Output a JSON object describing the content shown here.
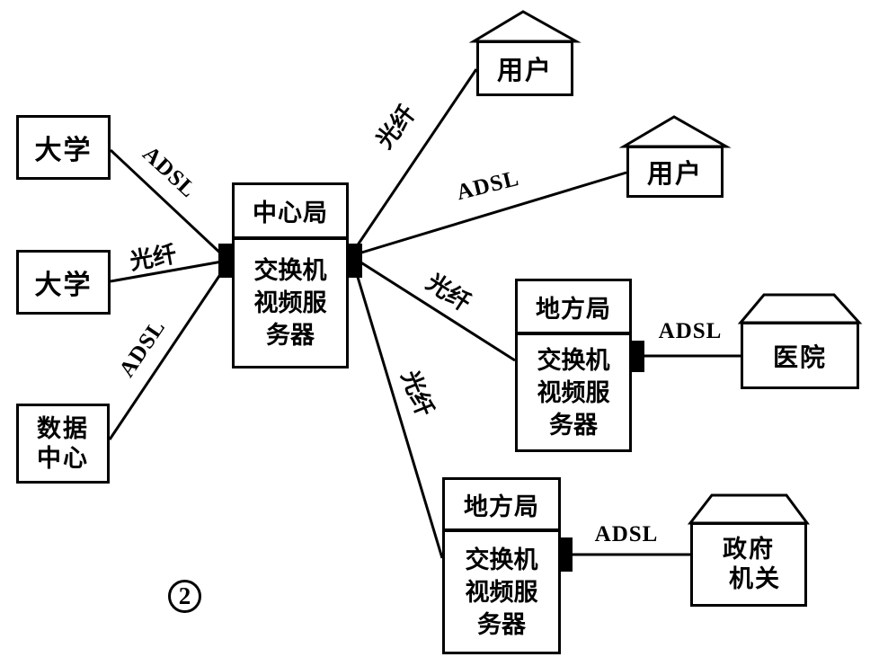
{
  "figure": {
    "number": "2",
    "background_color": "#ffffff",
    "line_color": "#000000"
  },
  "nodes": {
    "university_top": {
      "label": "大学"
    },
    "university_middle": {
      "label": "大学"
    },
    "data_center": {
      "line1": "数据",
      "line2": "中心"
    },
    "central_office": {
      "header": "中心局",
      "body_line1": "交换机",
      "body_line2": "视频服",
      "body_line3": "务器"
    },
    "user_top": {
      "label": "用户"
    },
    "user_right": {
      "label": "用户"
    },
    "local_office_1": {
      "header": "地方局",
      "body_line1": "交换机",
      "body_line2": "视频服",
      "body_line3": "务器"
    },
    "local_office_2": {
      "header": "地方局",
      "body_line1": "交换机",
      "body_line2": "视频服",
      "body_line3": "务器"
    },
    "hospital": {
      "label": "医院"
    },
    "government": {
      "line1": "政府",
      "line2": "机关"
    }
  },
  "links": {
    "adsl_university_top": "ADSL",
    "fiber_university_middle": "光纤",
    "adsl_data_center": "ADSL",
    "fiber_user_top": "光纤",
    "adsl_user_right": "ADSL",
    "fiber_local_office_1": "光纤",
    "fiber_local_office_2": "光纤",
    "adsl_hospital": "ADSL",
    "adsl_government": "ADSL"
  }
}
